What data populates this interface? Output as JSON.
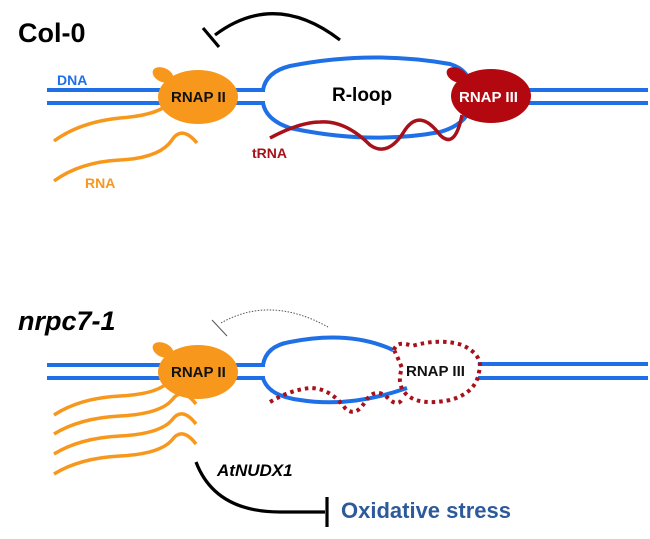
{
  "colors": {
    "dna": "#1f6fe6",
    "rnap2": "#f7981d",
    "rnap3": "#b3080f",
    "rna": "#f7981d",
    "trna": "#a8111a",
    "inhibition": "#000000",
    "stress": "#2d5a9a"
  },
  "top_panel": {
    "title": "Col-0",
    "dna_label": "DNA",
    "rna_label": "RNA",
    "trna_label": "tRNA",
    "rloop_label": "R-loop",
    "rnap2_label": "RNAP II",
    "rnap3_label": "RNAP III",
    "rnap3_state": "active",
    "inhibition_arrow": "solid",
    "rna_transcript_count": 2
  },
  "bottom_panel": {
    "title": "nrpc7-1",
    "rnap2_label": "RNAP II",
    "rnap3_label": "RNAP III",
    "rnap3_state": "impaired (dotted outline)",
    "inhibition_arrow": "dotted (weakened)",
    "rna_transcript_count": 4,
    "gene_label": "AtNUDX1",
    "outcome_label": "Oxidative stress"
  }
}
